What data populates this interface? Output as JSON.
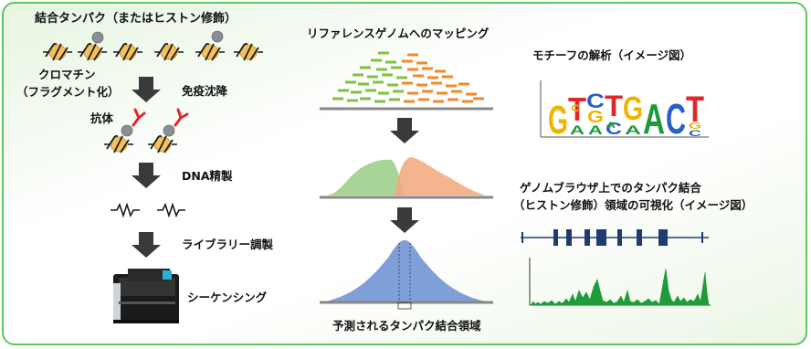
{
  "left": {
    "binding_protein_label": "結合タンパク（またはヒストン修飾）",
    "chromatin_label_line1": "クロマチン",
    "chromatin_label_line2": "（フラグメント化）",
    "ip_label": "免疫沈降",
    "antibody_label": "抗体",
    "dna_purification_label": "DNA精製",
    "library_prep_label": "ライブラリー調製",
    "sequencing_label": "シーケンシング"
  },
  "middle": {
    "mapping_title": "リファレンスゲノムへのマッピング",
    "predicted_region_label": "予測されるタンパク結合領域"
  },
  "right": {
    "motif_title": "モチーフの解析（イメージ図）",
    "motif_letters": [
      "G",
      "T",
      "C",
      "T",
      "G",
      "A",
      "C",
      "T",
      "G",
      "C",
      "A",
      "G",
      "A",
      "A",
      "C",
      "A",
      "C"
    ],
    "browser_title_line1": "ゲノムブラウザ上でのタンパク結合",
    "browser_title_line2": "（ヒストン修飾）領域の可視化（イメージ図）"
  },
  "colors": {
    "frame_border": "#5cc75c",
    "arrow_fill": "#3a3a3a",
    "read_green": "#7fc241",
    "read_orange": "#f08a2c",
    "peak_blue": "#7f9fd8",
    "peak_green": "#9fcf8c",
    "peak_orange": "#f2a87a",
    "nucleosome_fill": "#f4c05a",
    "antibody_red": "#e0282a",
    "track_navy": "#1f3b6f",
    "signal_green": "#1f9b3a"
  }
}
